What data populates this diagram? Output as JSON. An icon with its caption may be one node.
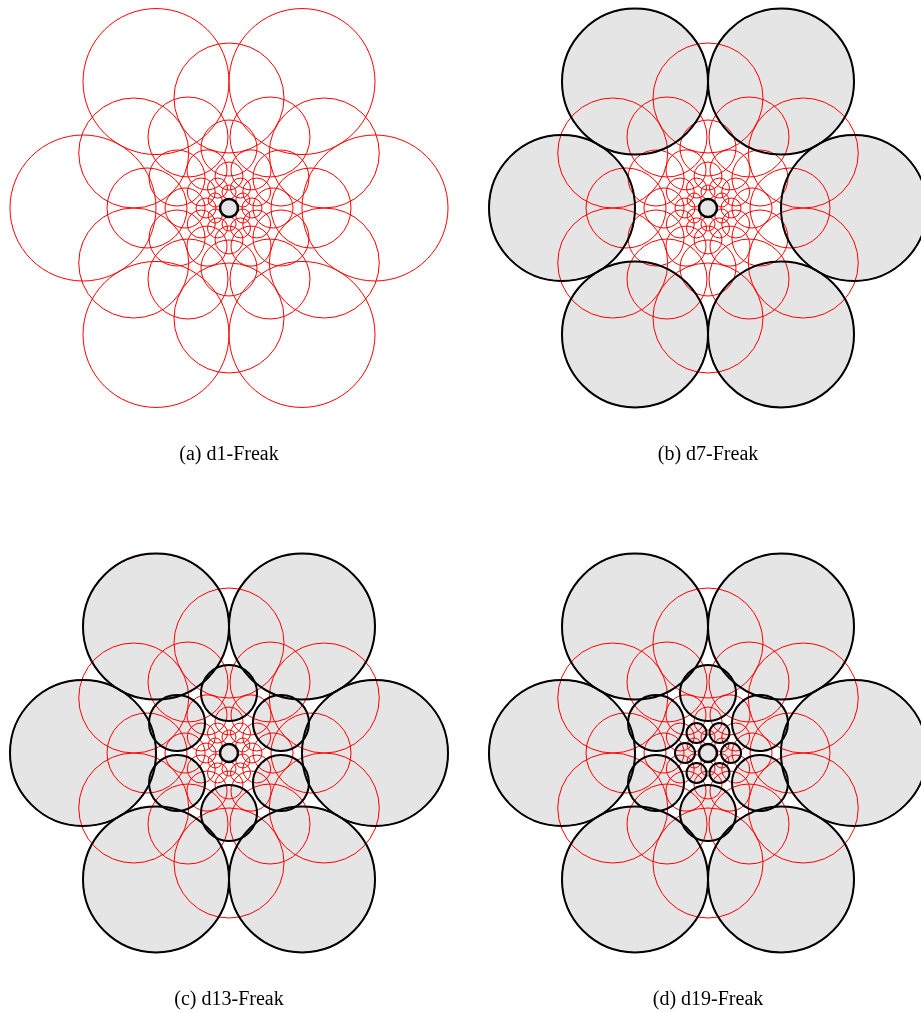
{
  "diagram": {
    "labels": [
      "(a) d1-Freak",
      "(b) d7-Freak",
      "(c) d13-Freak",
      "(d) d19-Freak"
    ]
  }
}
